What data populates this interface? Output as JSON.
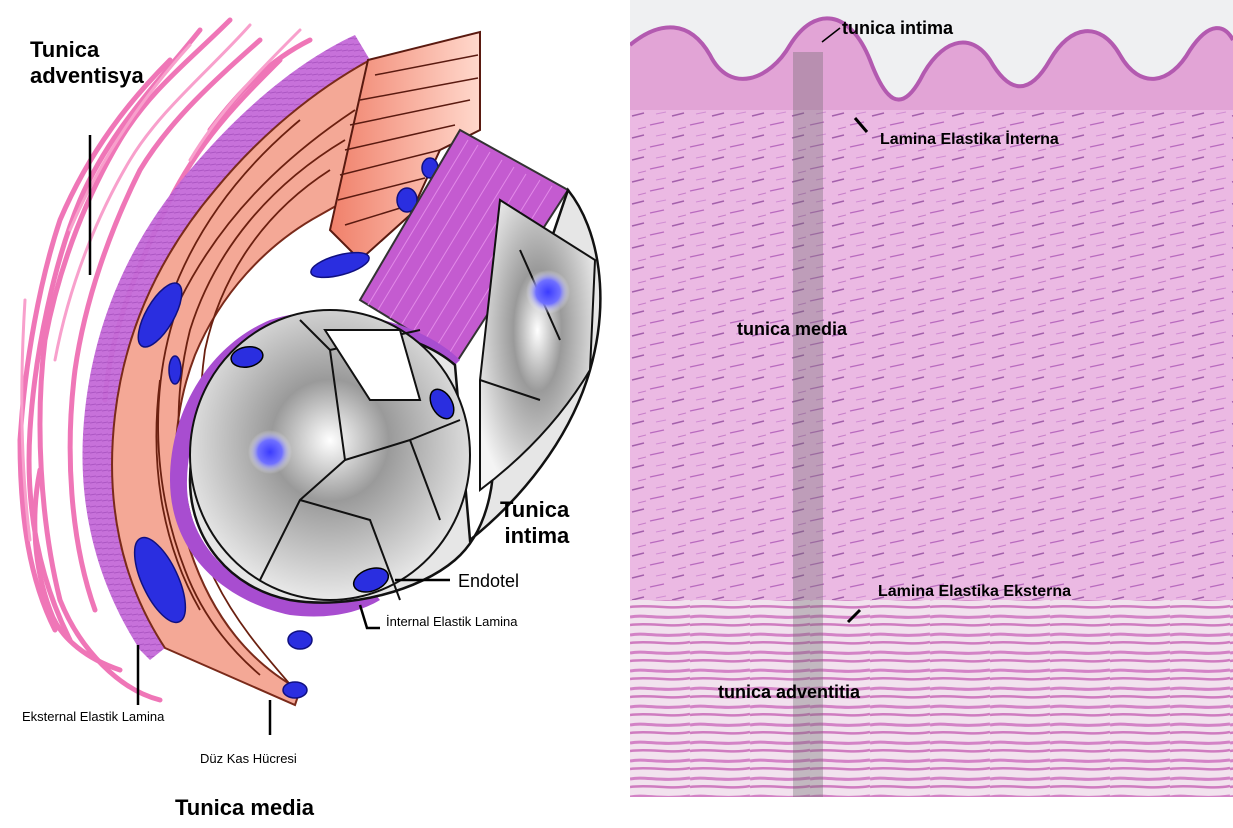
{
  "left": {
    "tunica_adventisya": "Tunica\nadventisya",
    "tunica_intima": "Tunica\nintima",
    "endotel": "Endotel",
    "internal_elastik_lamina": "İnternal Elastik Lamina",
    "eksternal_elastik_lamina": "Eksternal Elastik Lamina",
    "duz_kas_hucresi": "Düz Kas Hücresi",
    "tunica_media": "Tunica media"
  },
  "right": {
    "tunica_intima": "tunica intima",
    "lamina_elastika_interna": "Lamina  Elastika  İnterna",
    "tunica_media": "tunica media",
    "lamina_elastika_eksterna": "Lamina  Elastika  Eksterna",
    "tunica_adventitia": "tunica adventitia"
  },
  "colors": {
    "adventitia_pink": "#e85aa8",
    "media_salmon": "#f2a08e",
    "elastic_purple": "#a64ed0",
    "nucleus_blue": "#2a2ee0",
    "endothelium_gray": "#d8d8d8",
    "histology_pink": "#e3a6d6"
  }
}
